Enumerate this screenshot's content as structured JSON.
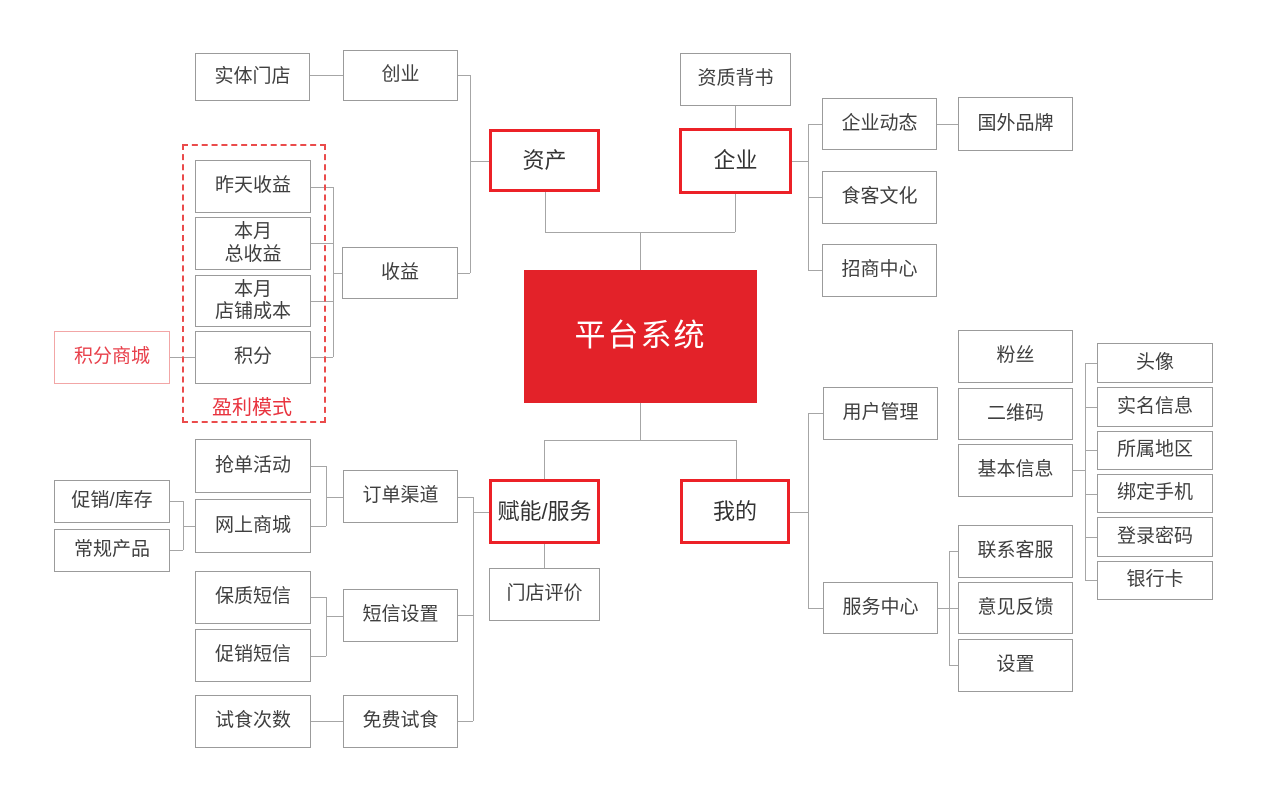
{
  "center": {
    "label": "平台系统"
  },
  "assets": {
    "label": "资产",
    "startup": {
      "label": "创业",
      "physical_store": {
        "label": "实体门店"
      }
    },
    "income": {
      "label": "收益",
      "yesterday": {
        "label": "昨天收益"
      },
      "month_total": {
        "label": "本月\n总收益"
      },
      "month_cost": {
        "label": "本月\n店铺成本"
      },
      "points": {
        "label": "积分",
        "points_mall": {
          "label": "积分商城"
        }
      },
      "profit_group_label": "盈利模式"
    }
  },
  "enterprise": {
    "label": "企业",
    "endorsement": {
      "label": "资质背书"
    },
    "news": {
      "label": "企业动态",
      "foreign_brands": {
        "label": "国外品牌"
      }
    },
    "diner_culture": {
      "label": "食客文化"
    },
    "investment": {
      "label": "招商中心"
    }
  },
  "services": {
    "label": "赋能/服务",
    "store_review": {
      "label": "门店评价"
    },
    "order_channel": {
      "label": "订单渠道",
      "grab_orders": {
        "label": "抢单活动"
      },
      "online_mall": {
        "label": "网上商城",
        "promo_stock": {
          "label": "促销/库存"
        },
        "regular_products": {
          "label": "常规产品"
        }
      }
    },
    "sms_settings": {
      "label": "短信设置",
      "expiry_sms": {
        "label": "保质短信"
      },
      "promo_sms": {
        "label": "促销短信"
      }
    },
    "free_tasting": {
      "label": "免费试食",
      "tasting_count": {
        "label": "试食次数"
      }
    }
  },
  "mine": {
    "label": "我的",
    "user_mgmt": {
      "label": "用户管理",
      "fans": {
        "label": "粉丝"
      },
      "qr_code": {
        "label": "二维码"
      },
      "basic_info": {
        "label": "基本信息",
        "avatar": {
          "label": "头像"
        },
        "real_name": {
          "label": "实名信息"
        },
        "region": {
          "label": "所属地区"
        },
        "bind_phone": {
          "label": "绑定手机"
        },
        "login_password": {
          "label": "登录密码"
        },
        "bank_card": {
          "label": "银行卡"
        }
      }
    },
    "service_center": {
      "label": "服务中心",
      "contact_support": {
        "label": "联系客服"
      },
      "feedback": {
        "label": "意见反馈"
      },
      "settings": {
        "label": "设置"
      }
    }
  },
  "colors": {
    "brand_red_fill": "#e32229",
    "heading_border_red": "#ec2127",
    "dashed_group_red": "#ea4b4b",
    "light_red_border": "#f2a6a6",
    "red_text": "#e8404b",
    "box_border_gray": "#9b9b9b",
    "connector_gray": "#a6a6a6",
    "text_dark": "#3f3f3f"
  }
}
